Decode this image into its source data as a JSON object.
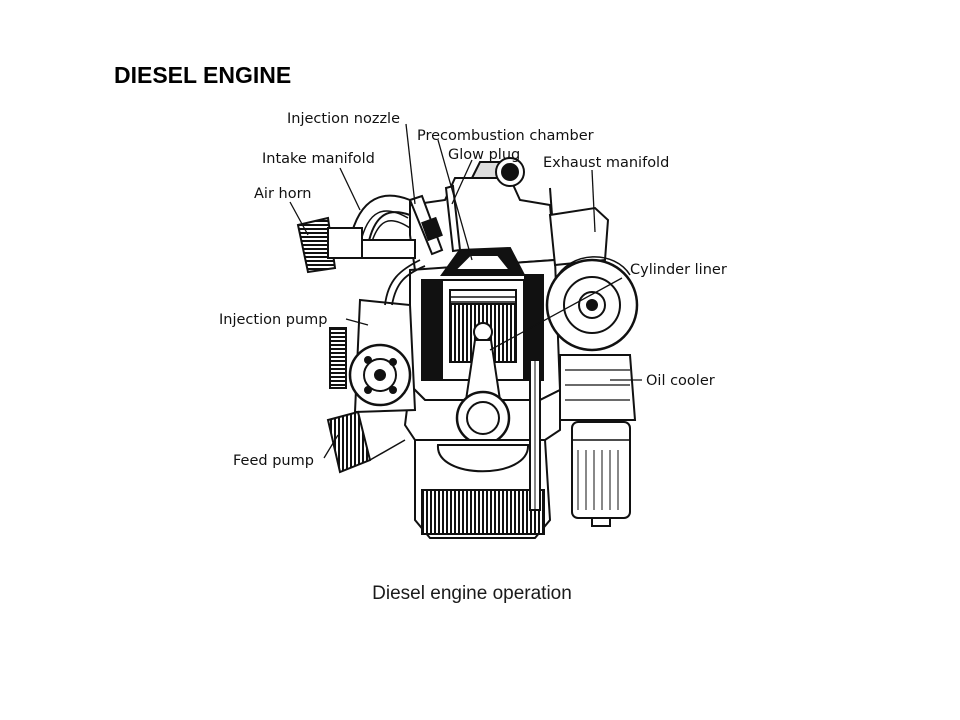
{
  "title": "DIESEL ENGINE",
  "caption": "Diesel engine operation",
  "labels": {
    "injection_nozzle": "Injection nozzle",
    "precombustion_chamber": "Precombustion chamber",
    "intake_manifold": "Intake manifold",
    "glow_plug": "Glow plug",
    "exhaust_manifold": "Exhaust manifold",
    "air_horn": "Air horn",
    "cylinder_liner": "Cylinder liner",
    "injection_pump": "Injection pump",
    "oil_cooler": "Oil cooler",
    "feed_pump": "Feed pump"
  },
  "colors": {
    "ink": "#111111",
    "paper": "#ffffff",
    "shade": "#5a5a5a"
  }
}
